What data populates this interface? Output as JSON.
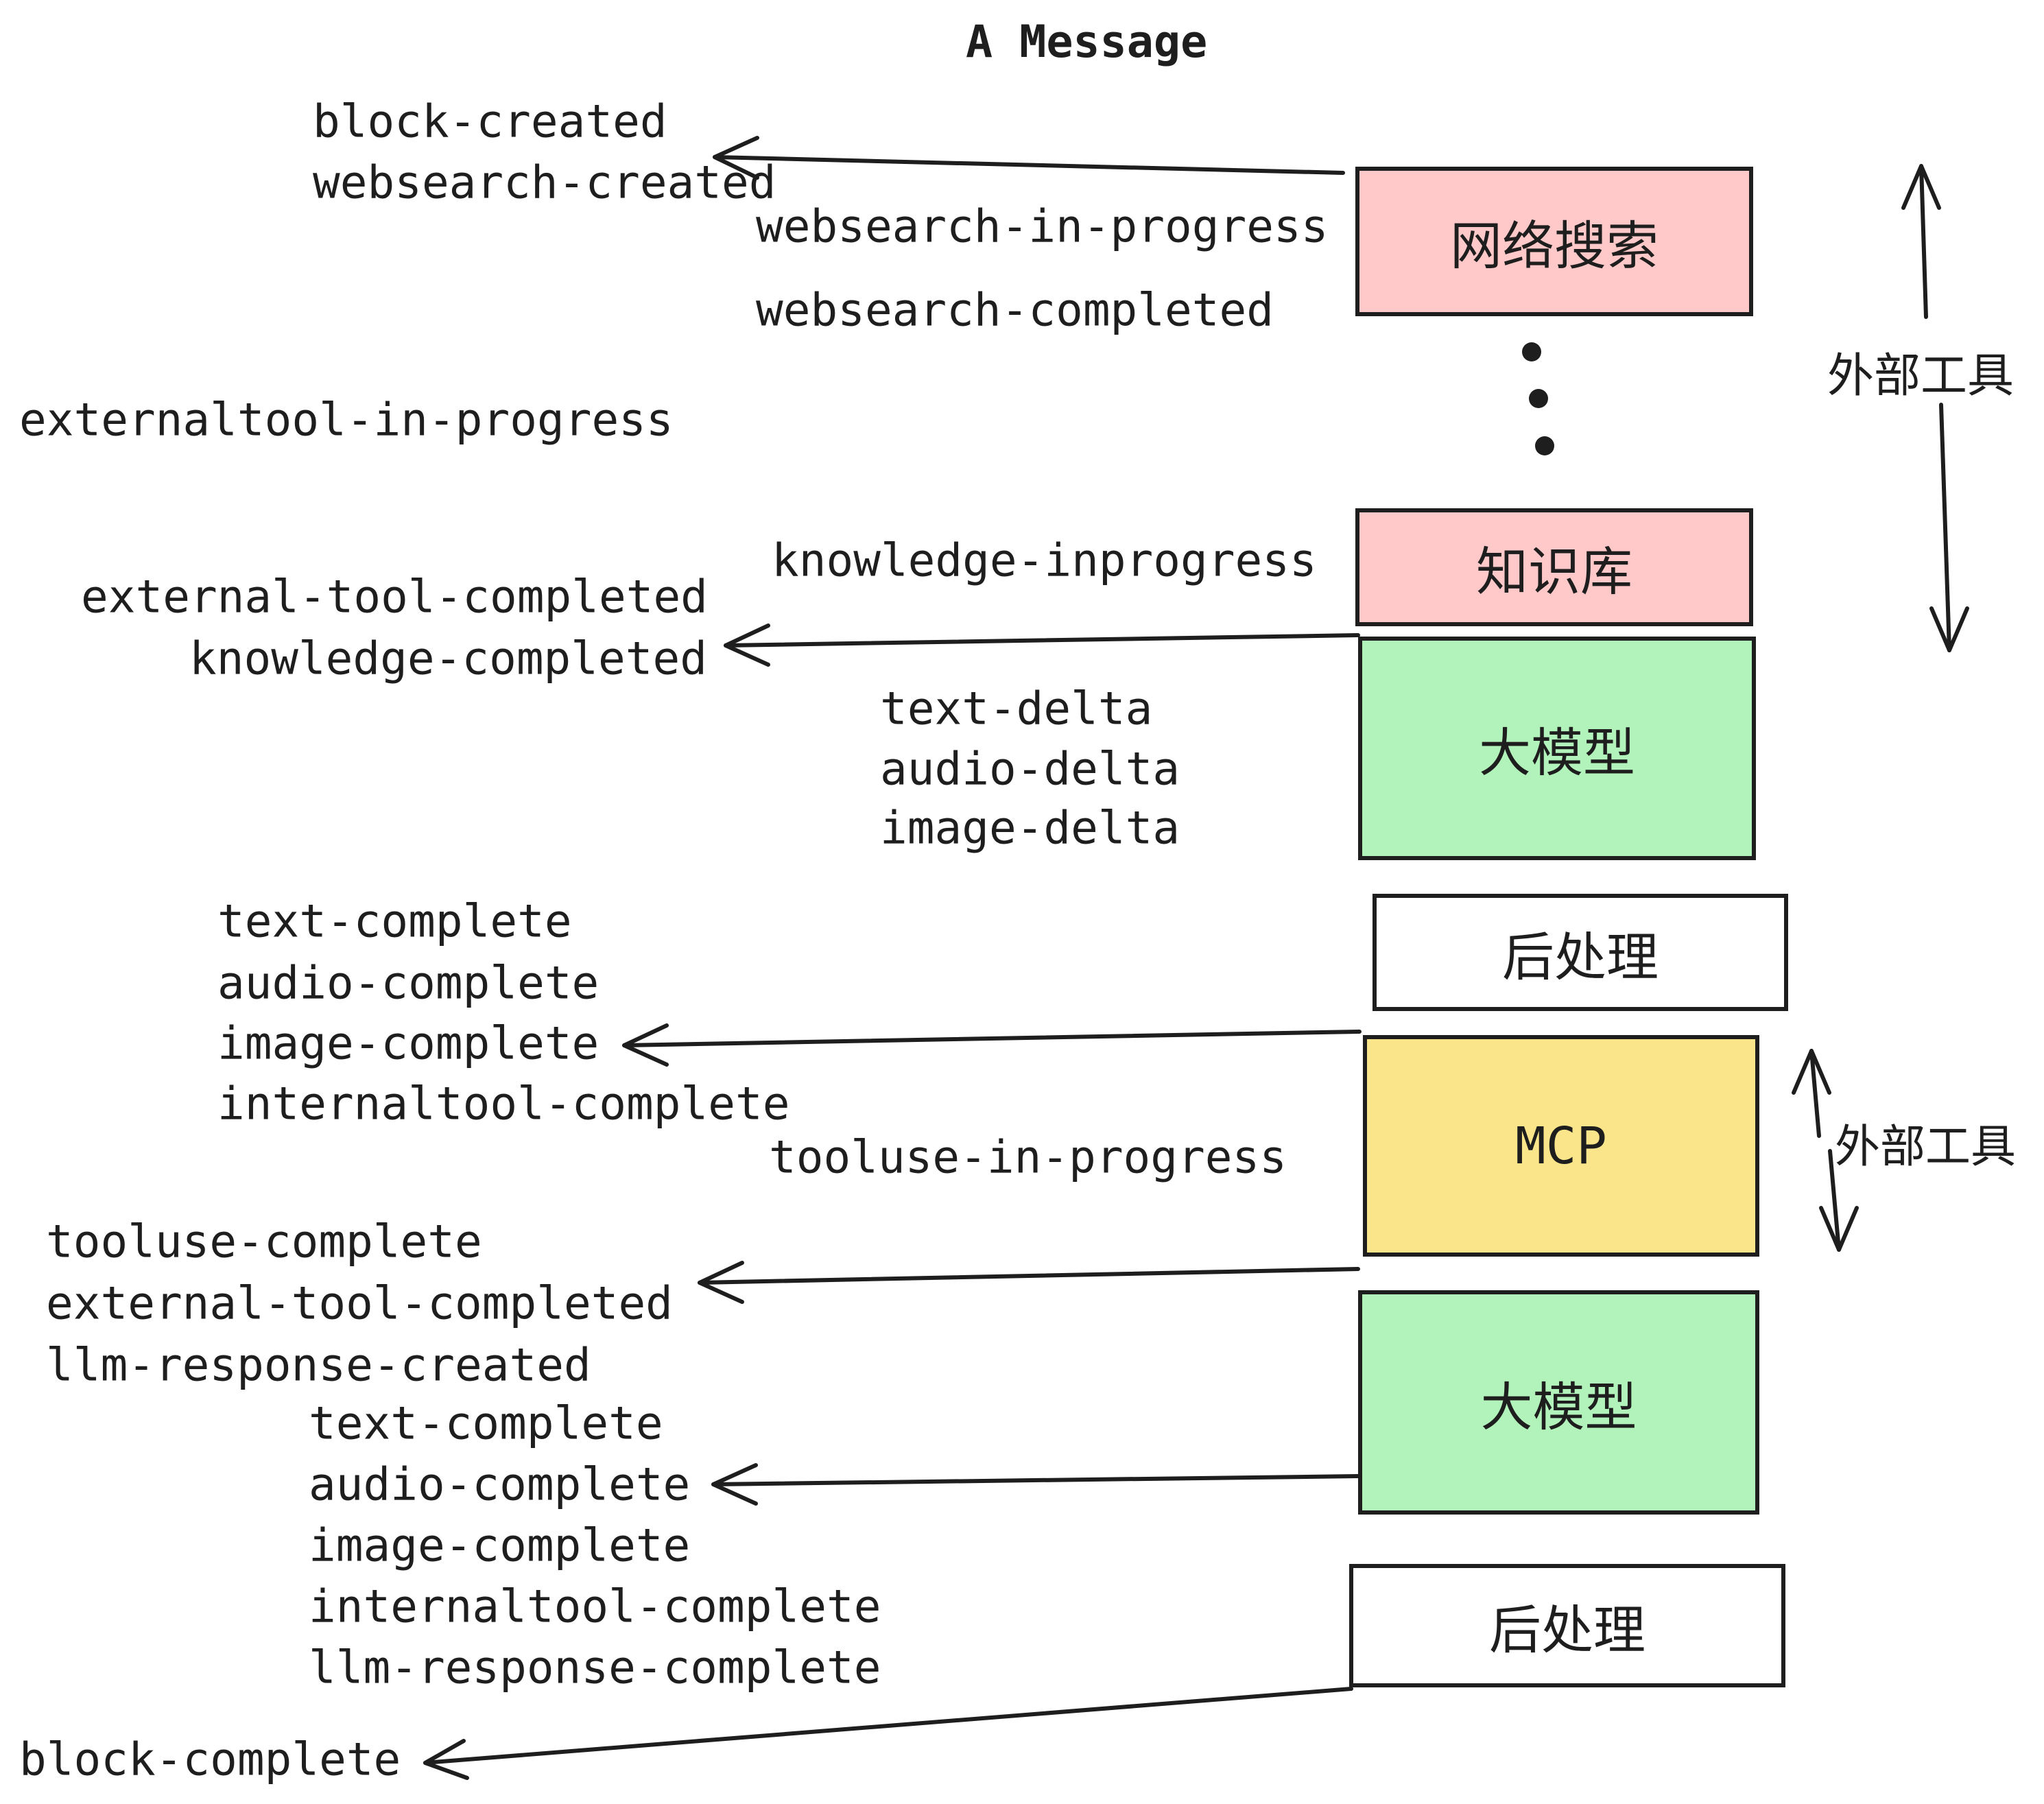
{
  "title": "A Message",
  "boxes": [
    {
      "id": "websearch",
      "label": "网络搜索",
      "color": "#FFC9C9"
    },
    {
      "id": "knowledge",
      "label": "知识库",
      "color": "#FFC9C9"
    },
    {
      "id": "llm-1",
      "label": "大模型",
      "color": "#B2F2BB"
    },
    {
      "id": "post-1",
      "label": "后处理",
      "color": "#FFFFFF"
    },
    {
      "id": "mcp",
      "label": "MCP",
      "color": "#FAE58A"
    },
    {
      "id": "llm-2",
      "label": "大模型",
      "color": "#B2F2BB"
    },
    {
      "id": "post-2",
      "label": "后处理",
      "color": "#FFFFFF"
    }
  ],
  "events": [
    {
      "id": "block-created",
      "text": "block-created"
    },
    {
      "id": "websearch-created",
      "text": "websearch-created"
    },
    {
      "id": "websearch-in-progress",
      "text": "websearch-in-progress"
    },
    {
      "id": "websearch-completed",
      "text": "websearch-completed"
    },
    {
      "id": "externaltool-in-progress",
      "text": "externaltool-in-progress"
    },
    {
      "id": "knowledge-inprogress",
      "text": "knowledge-inprogress"
    },
    {
      "id": "external-tool-completed-1",
      "text": "external-tool-completed"
    },
    {
      "id": "knowledge-completed",
      "text": "knowledge-completed"
    },
    {
      "id": "text-delta-1",
      "text": "text-delta"
    },
    {
      "id": "audio-delta-1",
      "text": "audio-delta"
    },
    {
      "id": "image-delta-1",
      "text": "image-delta"
    },
    {
      "id": "text-complete-1",
      "text": "text-complete"
    },
    {
      "id": "audio-complete-1",
      "text": "audio-complete"
    },
    {
      "id": "image-complete-1",
      "text": "image-complete"
    },
    {
      "id": "internaltool-complete-1",
      "text": "internaltool-complete"
    },
    {
      "id": "tooluse-in-progress",
      "text": "tooluse-in-progress"
    },
    {
      "id": "tooluse-complete",
      "text": "tooluse-complete"
    },
    {
      "id": "external-tool-completed-2",
      "text": "external-tool-completed"
    },
    {
      "id": "llm-response-created",
      "text": "llm-response-created"
    },
    {
      "id": "text-complete-2",
      "text": "text-complete"
    },
    {
      "id": "audio-complete-2",
      "text": "audio-complete"
    },
    {
      "id": "image-complete-2",
      "text": "image-complete"
    },
    {
      "id": "internaltool-complete-2",
      "text": "internaltool-complete"
    },
    {
      "id": "llm-response-complete",
      "text": "llm-response-complete"
    },
    {
      "id": "block-complete",
      "text": "block-complete"
    }
  ],
  "side_labels": [
    {
      "id": "external-tools-top",
      "text": "外部工具"
    },
    {
      "id": "external-tools-bottom",
      "text": "外部工具"
    }
  ],
  "colors": {
    "box_pink": "#FFC9C9",
    "box_green": "#B2F2BB",
    "box_yellow": "#FAE58A",
    "box_white": "#FFFFFF",
    "stroke": "#1E1E1E"
  }
}
